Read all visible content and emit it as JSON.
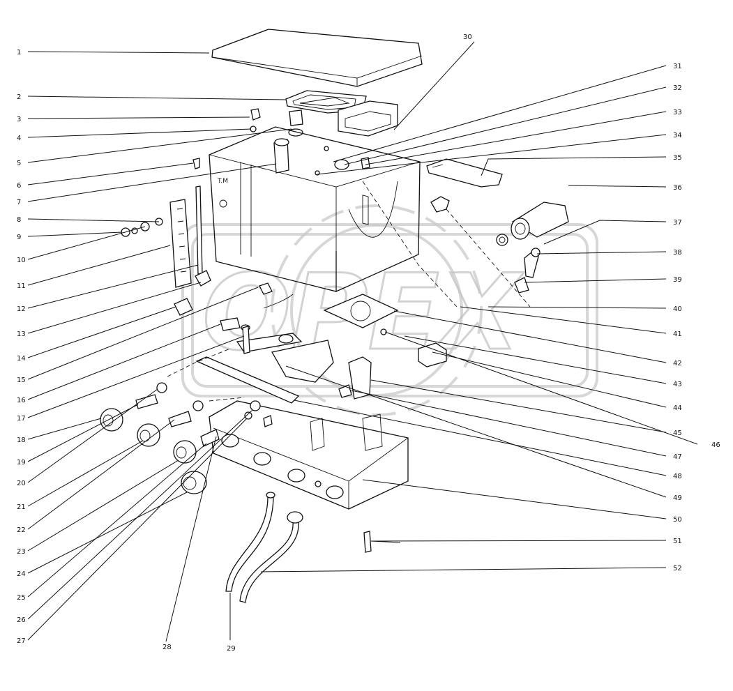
{
  "diagram": {
    "left_labels": [
      "1",
      "2",
      "3",
      "4",
      "5",
      "6",
      "7",
      "8",
      "9",
      "10",
      "11",
      "12",
      "13",
      "14",
      "15",
      "16",
      "17",
      "18",
      "19",
      "20",
      "21",
      "22",
      "23",
      "24",
      "25",
      "26",
      "27"
    ],
    "bottom_labels": [
      "28",
      "29"
    ],
    "right_labels": [
      "30",
      "31",
      "32",
      "33",
      "34",
      "35",
      "36",
      "37",
      "38",
      "39",
      "40",
      "41",
      "42",
      "43",
      "44",
      "45",
      "46",
      "47",
      "48",
      "49",
      "50",
      "51",
      "52"
    ],
    "tank_marking": "T.M",
    "watermark": {
      "text": "OPEX",
      "role": "logo"
    }
  }
}
